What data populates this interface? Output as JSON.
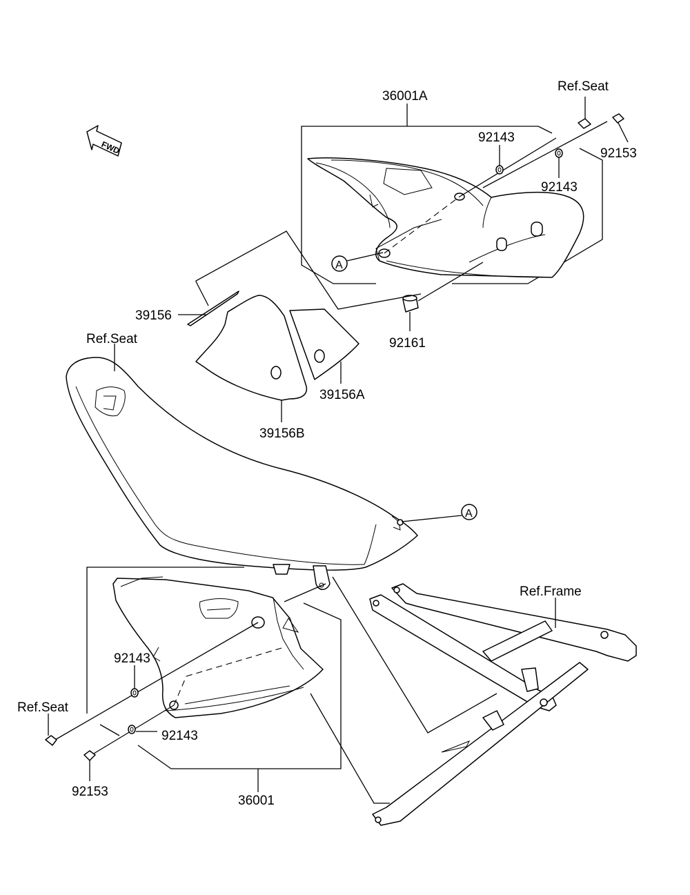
{
  "callouts": {
    "c_36001A": "36001A",
    "c_ref_seat_top": "Ref.Seat",
    "c_92143_a": "92143",
    "c_92153_top": "92153",
    "c_92143_b": "92143",
    "c_92161": "92161",
    "c_39156": "39156",
    "c_39156A": "39156A",
    "c_39156B": "39156B",
    "c_ref_seat_mid": "Ref.Seat",
    "c_ref_frame": "Ref.Frame",
    "c_92143_c": "92143",
    "c_92143_d": "92143",
    "c_ref_seat_left": "Ref.Seat",
    "c_92153_bottom": "92153",
    "c_36001": "36001",
    "c_marker_a_top": "A",
    "c_marker_a_mid": "A",
    "fwd": "FWD"
  },
  "parts": [
    {
      "name": "side-cover-right",
      "part_no": "36001A"
    },
    {
      "name": "side-cover-left",
      "part_no": "36001"
    },
    {
      "name": "seat",
      "ref": "Ref.Seat"
    },
    {
      "name": "frame",
      "ref": "Ref.Frame"
    },
    {
      "name": "decal-large",
      "part_no": "39156B"
    },
    {
      "name": "decal-small",
      "part_no": "39156A"
    },
    {
      "name": "decal-strip",
      "part_no": "39156"
    },
    {
      "name": "washer",
      "part_no": "92143"
    },
    {
      "name": "bolt",
      "part_no": "92153"
    },
    {
      "name": "damper",
      "part_no": "92161"
    }
  ]
}
